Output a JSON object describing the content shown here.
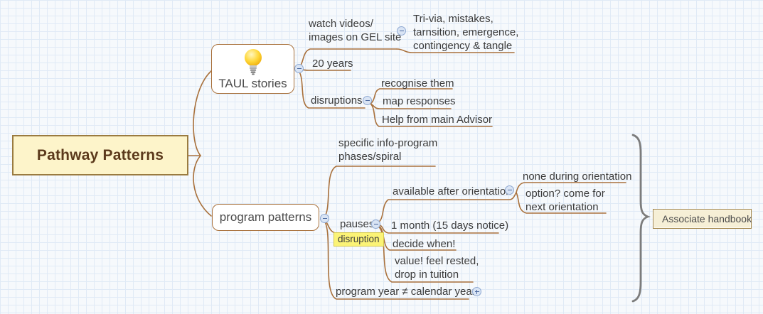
{
  "root": {
    "label": "Pathway Patterns"
  },
  "taul": {
    "title": "TAUL stories",
    "watch_videos": "watch videos/\nimages on GEL site",
    "trivia": "Tri-via, mistakes,\ntarnsition, emergence,\ncontingency & tangle",
    "twenty_years": "20 years",
    "disruptions": "disruptions",
    "recognise": "recognise them",
    "map_responses": "map responses",
    "help_advisor": "Help from main Advisor"
  },
  "program": {
    "title": "program patterns",
    "specific_info": "specific info-program\nphases/spiral",
    "pauses": "pauses",
    "disruption_tag": "disruption",
    "available": "available after orientation",
    "none_during": "none during orientation",
    "option_next": "option? come for\nnext orientation",
    "one_month": "1 month (15 days notice)",
    "decide_when": "decide when!",
    "value_rested": "value! feel rested,\ndrop in tuition",
    "program_year": "program year ≠ calendar year"
  },
  "summary": {
    "label": "Associate handbook"
  },
  "icons": {
    "taul_marker": "lightbulb-icon",
    "summary_marker": "flag-icon",
    "collapse_glyph": "minus",
    "expand_glyph": "plus"
  },
  "colors": {
    "branch_line": "#a9713c",
    "root_fill": "#fdf4ca",
    "highlight_yellow": "#fbf376",
    "flag_orange": "#ef7c1d",
    "brace_gray": "#7c7c7c"
  }
}
